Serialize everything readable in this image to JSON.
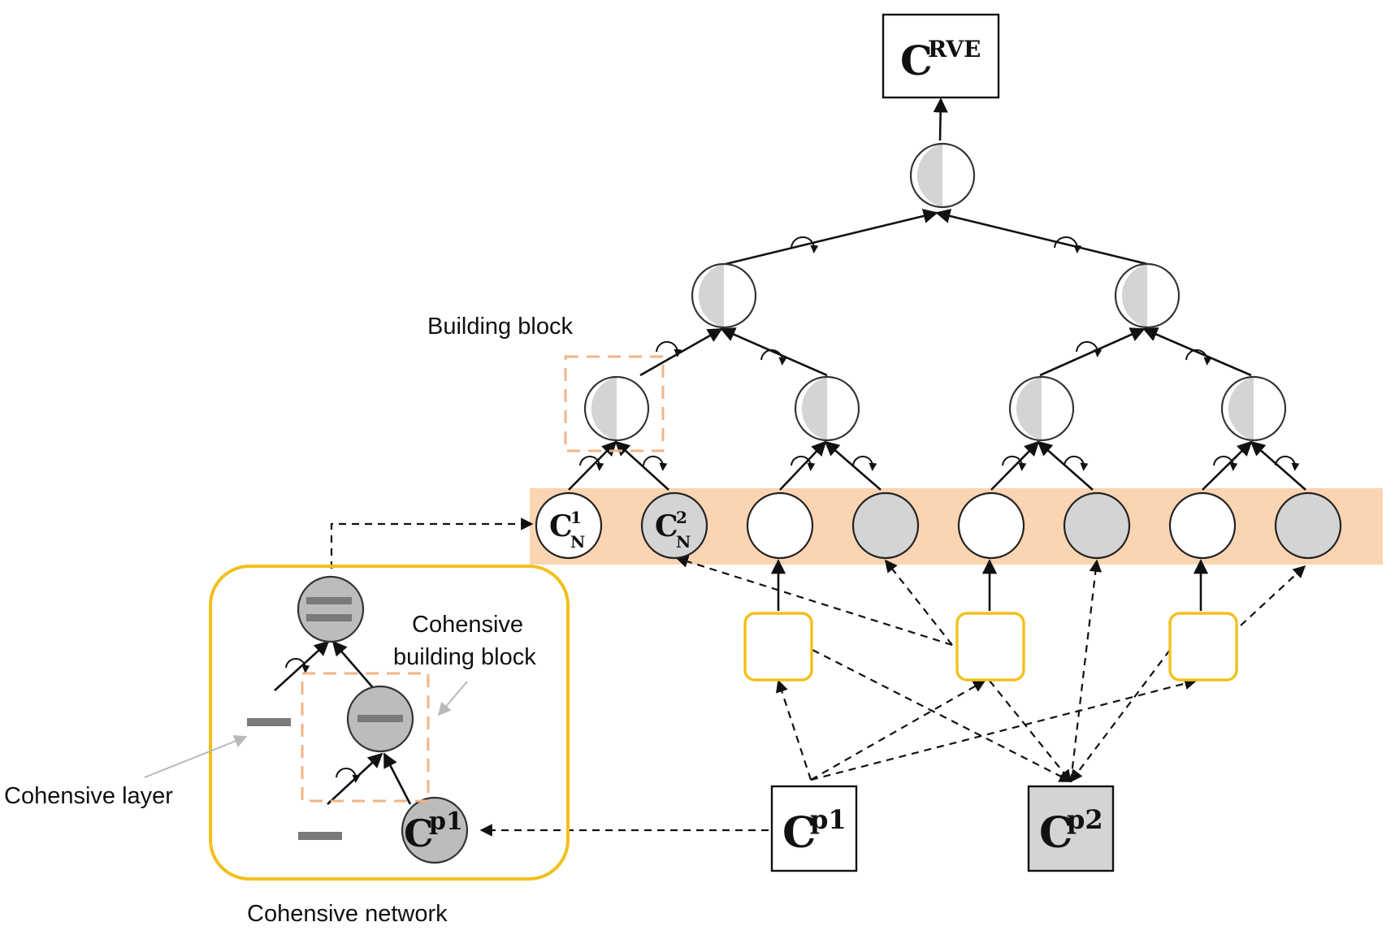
{
  "labels": {
    "building_block": "Building block",
    "cohesive_building_block_line1": "Cohensive",
    "cohesive_building_block_line2": "building block",
    "cohesive_layer": "Cohensive layer",
    "cohesive_network": "Cohensive network"
  },
  "symbols": {
    "rve": {
      "base": "C",
      "sup": "RVE"
    },
    "p1": {
      "base": "C",
      "sup": "p1"
    },
    "p2": {
      "base": "C",
      "sup": "p2"
    },
    "n1": {
      "base": "C",
      "sup": "1",
      "sub": "N"
    },
    "n2": {
      "base": "C",
      "sup": "2",
      "sub": "N"
    }
  },
  "colors": {
    "highlight_band": "#fbd4b2",
    "node_gray": "#d4d4d4",
    "node_dark_gray": "#bcbcbc",
    "bar_gray": "#7a7a7a",
    "yellow_outline": "#f2c01c",
    "dashed_box": "#f0b489",
    "arrow": "#111111",
    "annotation_arrow": "#b8b8b8"
  }
}
